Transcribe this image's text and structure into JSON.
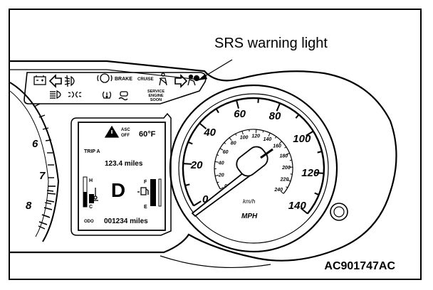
{
  "callout": {
    "label": "SRS warning light"
  },
  "figure_code": "AC901747AC",
  "indicator_panel": {
    "brake_label": "BRAKE",
    "cruise_label": "CRUISE",
    "service_line1": "SERVICE",
    "service_line2": "ENGINE",
    "service_line3": "SOON"
  },
  "info_display": {
    "asc_line1": "ASC",
    "asc_line2": "OFF",
    "temperature": "60°F",
    "trip_label": "TRIP A",
    "trip_value": "123.4 miles",
    "gear": "D",
    "temp_high": "H",
    "temp_low": "C",
    "fuel_full": "F",
    "fuel_empty": "E",
    "odo_label": "ODO",
    "odo_value": "001234 miles"
  },
  "tachometer": {
    "ticks": [
      "6",
      "7",
      "8"
    ]
  },
  "speedometer": {
    "mph_ticks": [
      "0",
      "20",
      "40",
      "60",
      "80",
      "100",
      "120",
      "140"
    ],
    "kmh_ticks": [
      "0",
      "20",
      "40",
      "60",
      "80",
      "100",
      "120",
      "140",
      "160",
      "180",
      "200",
      "220",
      "240"
    ],
    "kmh_unit": "km/h",
    "mph_unit": "MPH"
  },
  "icons": [
    "battery-warning-icon",
    "left-turn-signal-icon",
    "front-fog-light-icon",
    "brake-warning-icon",
    "seatbelt-icon",
    "right-turn-signal-icon",
    "srs-airbag-icon",
    "headlight-high-beam-icon",
    "position-light-icon",
    "tire-pressure-icon",
    "active-stability-icon",
    "fuel-pump-icon",
    "temperature-icon",
    "warning-triangle-icon",
    "trip-reset-knob-icon"
  ]
}
